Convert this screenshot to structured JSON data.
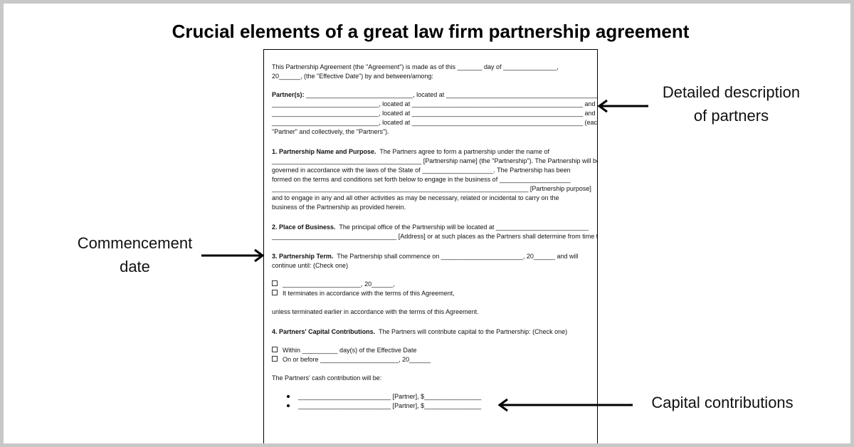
{
  "title": "Crucial elements of a great law firm partnership agreement",
  "document": {
    "lines": [
      {
        "text": "This Partnership Agreement (the \"Agreement\") is made as of this _______ day of _______________,"
      },
      {
        "text": "20______, (the \"Effective Date\") by and between/among:"
      },
      {
        "gap": true
      },
      {
        "bold": "Partner(s):",
        "text": " ______________________________, located at ____________________________________________________ and"
      },
      {
        "text": "______________________________, located at ________________________________________________ and"
      },
      {
        "text": "______________________________, located at ________________________________________________ and"
      },
      {
        "text": "______________________________, located at ________________________________________________ (each, a"
      },
      {
        "text": "\"Partner\" and collectively, the \"Partners\")."
      },
      {
        "gap2": true
      },
      {
        "bold": "1. Partnership Name and Purpose.",
        "text": "  The Partners agree to form a partnership under the name of"
      },
      {
        "text": "__________________________________________ [Partnership name] (the \"Partnership\"). The Partnership will be"
      },
      {
        "text": "governed in accordance with the laws of the State of ____________________. The Partnership has been"
      },
      {
        "text": "formed on the terms and conditions set forth below to engage in the business of ____________________"
      },
      {
        "text": "________________________________________________________________________ [Partnership purpose]"
      },
      {
        "text": "and to engage in any and all other activities as may be necessary, related or incidental to carry on the"
      },
      {
        "text": "business of the Partnership as provided herein."
      },
      {
        "gap2": true
      },
      {
        "bold": "2. Place of Business.",
        "text": "  The principal office of the Partnership will be located at __________________________"
      },
      {
        "text": "___________________________________ [Address] or at such places as the Partners shall determine from time to time."
      },
      {
        "gap2": true
      },
      {
        "bold": "3. Partnership Term.",
        "text": "  The Partnership shall commence on _______________________, 20______ and will"
      },
      {
        "text": "continue until: (Check one)"
      },
      {
        "gap": true
      },
      {
        "checkbox": true,
        "text": "______________________, 20______,"
      },
      {
        "checkbox": true,
        "text": "It terminates in accordance with the terms of this Agreement,"
      },
      {
        "gap": true
      },
      {
        "text": "unless terminated earlier in accordance with the terms of this Agreement."
      },
      {
        "gap2": true
      },
      {
        "bold": "4. Partners' Capital Contributions.",
        "text": "  The Partners will contribute capital to the Partnership: (Check one)"
      },
      {
        "gap": true
      },
      {
        "checkbox": true,
        "text": "Within __________ day(s) of the Effective Date"
      },
      {
        "checkbox": true,
        "text": "On or before ______________________, 20______"
      },
      {
        "gap": true
      },
      {
        "text": "The Partners' cash contribution will be:"
      },
      {
        "gap": true
      },
      {
        "bullet": true,
        "text": "__________________________ [Partner], $________________"
      },
      {
        "bullet": true,
        "text": "__________________________ [Partner], $________________"
      }
    ]
  },
  "annotations": {
    "partners": {
      "line1": "Detailed description",
      "line2": "of partners"
    },
    "commencement": {
      "line1": "Commencement",
      "line2": "date"
    },
    "capital": {
      "line1": "Capital contributions"
    }
  }
}
